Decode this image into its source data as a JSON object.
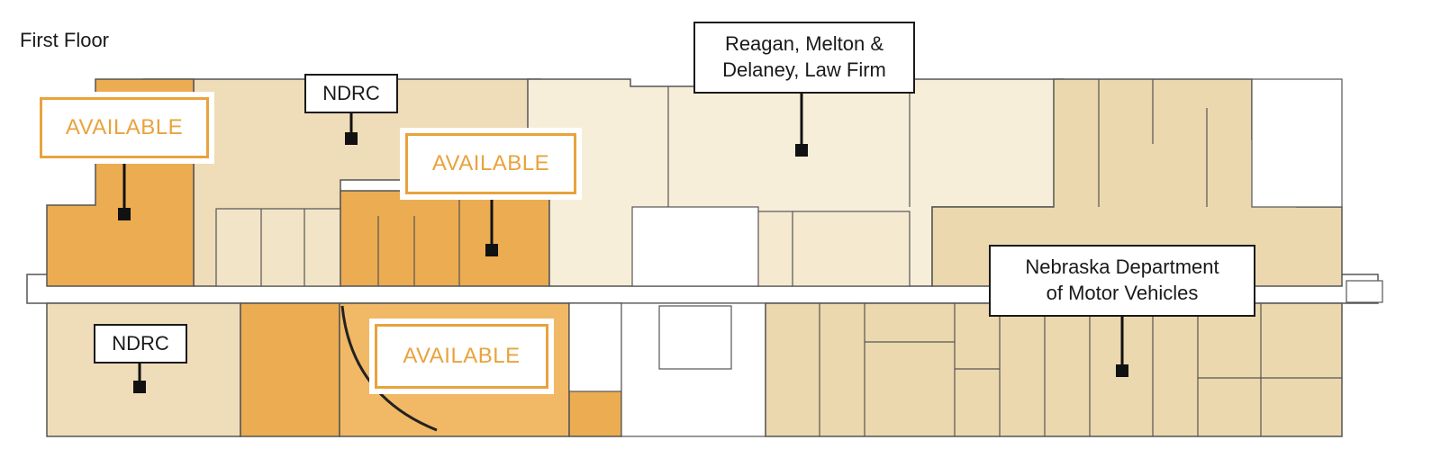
{
  "floor_title": "First Floor",
  "labels": {
    "available_1": "AVAILABLE",
    "available_2": "AVAILABLE",
    "available_3": "AVAILABLE",
    "ndrc_1": "NDRC",
    "ndrc_2": "NDRC",
    "law_firm_line1": "Reagan, Melton &",
    "law_firm_line2": "Delaney, Law Firm",
    "dmv_line1": "Nebraska Department",
    "dmv_line2": "of Motor Vehicles"
  },
  "colors": {
    "available_dark": "#ecac52",
    "available_mid": "#f1b865",
    "leased_tan": "#efdcb8",
    "leased_light": "#f7eed9",
    "leased_dmv": "#ecd8ae",
    "wall": "#555555",
    "accent_text": "#e8a33d"
  }
}
